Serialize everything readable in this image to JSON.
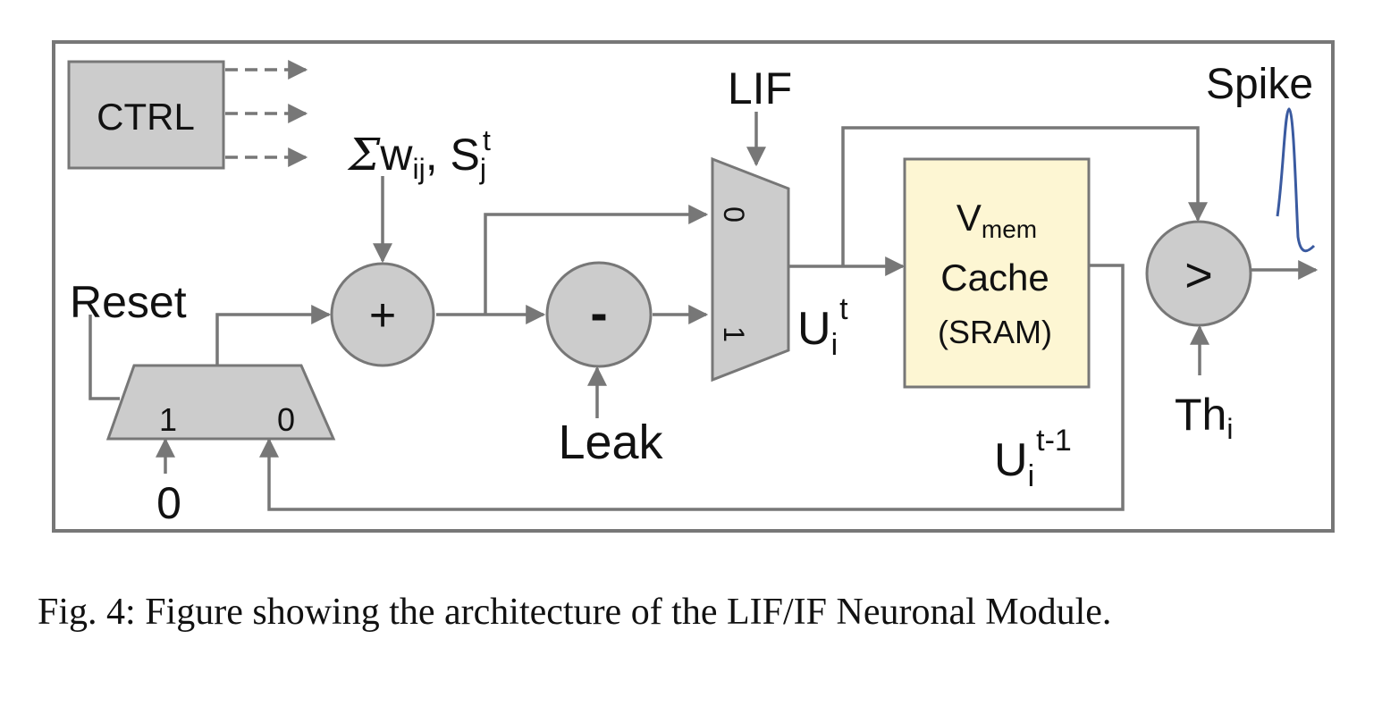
{
  "colors": {
    "frame": "#777777",
    "block_fill": "#cccccc",
    "block_stroke": "#777777",
    "wire": "#777777",
    "cache_fill": "#fdf6d3",
    "spike_line": "#3a5aa0",
    "text": "#111111"
  },
  "blocks": {
    "ctrl": "CTRL",
    "adder": "+",
    "subtractor": "-",
    "comparator": ">",
    "cache_line1": "V",
    "cache_line1_sub": "mem",
    "cache_line2": "Cache",
    "cache_line3": "(SRAM)",
    "reset_mux_in1": "1",
    "reset_mux_in0": "0",
    "lif_mux_in0": "0",
    "lif_mux_in1": "1"
  },
  "labels": {
    "sum_symbol": "Σ",
    "sum_w": "w",
    "sum_w_sub": "ij",
    "sum_sep": ", S",
    "sum_s_sub": "j",
    "sum_s_sup": "t",
    "lif": "LIF",
    "reset": "Reset",
    "zero_input": "0",
    "leak": "Leak",
    "ut": "U",
    "ut_sub": "i",
    "ut_sup": "t",
    "ut1": "U",
    "ut1_sub": "i",
    "ut1_sup": "t-1",
    "threshold": "Th",
    "threshold_sub": "i",
    "spike": "Spike"
  },
  "caption": "Fig. 4: Figure showing the architecture of the LIF/IF Neuronal Module."
}
